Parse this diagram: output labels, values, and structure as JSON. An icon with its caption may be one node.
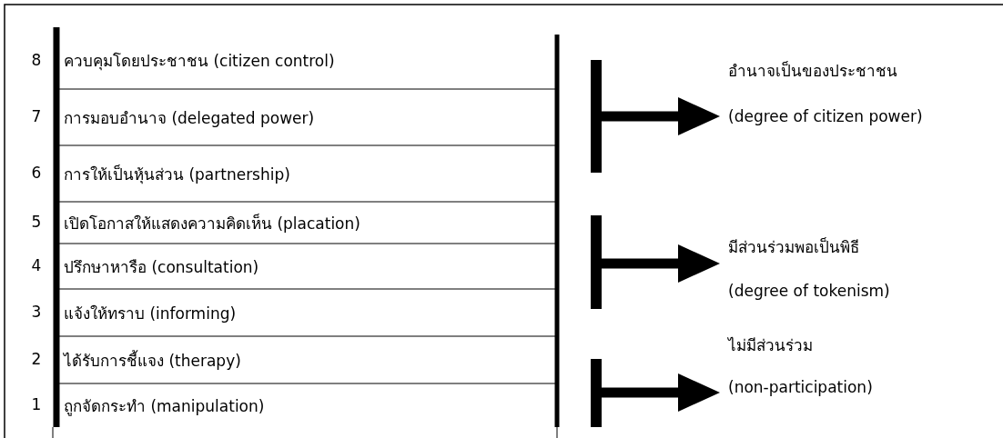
{
  "diagram": {
    "nodes": [
      {
        "text": [
          "ควบคุมโดยประชาชน (citizen control)"
        ]
      },
      {
        "text": [
          "การมอบอำนาจ (delegated power)"
        ]
      },
      {
        "text": [
          "การให้เป็นหุ้นส่วน (partnership)"
        ]
      },
      {
        "text": [
          "เปิดโอกาสให้แสดงความคิดเห็น (placation)"
        ]
      },
      {
        "text": [
          "ปรึกษาหารือ (consultation)"
        ]
      },
      {
        "text": [
          "แจ้งให้ทราบ (informing)"
        ]
      },
      {
        "text": [
          "ได้รับการชี้แจง (therapy)"
        ]
      },
      {
        "text": [
          "ถูกจัดกระทำ (manipulation)"
        ]
      },
      {
        "text": [
          "อำนาจเป็นของประชาชน",
          "(degree of citizen power)"
        ]
      },
      {
        "text": [
          "มีส่วนร่วมพอเป็นพิธี",
          "(degree of tokenism)"
        ]
      },
      {
        "text": [
          "ไม่มีส่วนร่วม",
          "(non-participation)"
        ]
      }
    ],
    "edges": [
      {
        "from": null,
        "to": 8,
        "arrow": "to"
      },
      {
        "from": null,
        "to": 9,
        "arrow": "to"
      },
      {
        "from": null,
        "to": 10,
        "arrow": "to"
      }
    ],
    "labels": [
      "8",
      "7",
      "6",
      "5",
      "4",
      "3",
      "2",
      "1"
    ]
  }
}
